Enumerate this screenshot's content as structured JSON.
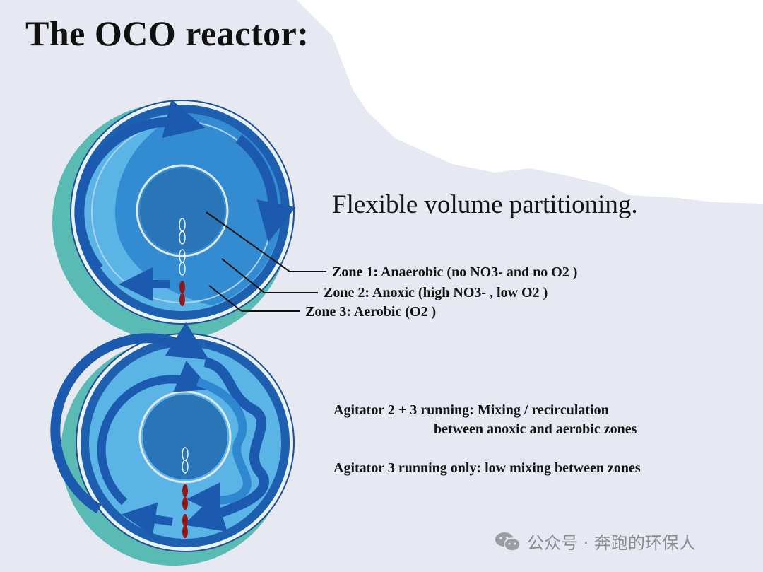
{
  "title": "The OCO reactor:",
  "subtitle": "Flexible volume partitioning.",
  "zones": [
    {
      "name": "Zone 1: Anaerobic",
      "detail": "(no NO3- and no O2 )"
    },
    {
      "name": "Zone 2: Anoxic",
      "detail": "(high NO3- , low O2 )"
    },
    {
      "name": "Zone 3: Aerobic",
      "detail": "(O2 )"
    }
  ],
  "agitator_note_1": "Agitator 2 + 3 running: Mixing / recirculation",
  "agitator_note_1b": "between anoxic and aerobic zones",
  "agitator_note_2": "Agitator 3 running only: low mixing between zones",
  "watermark": "公众号 · 奔跑的环保人",
  "colors": {
    "paper": "#e6e8f2",
    "outer_ring": "#1f5fb0",
    "aerobic": "#5ab4e6",
    "anoxic": "#2f87cf",
    "anaerobic": "#2a74b8",
    "arrow": "#1c5aaf",
    "agitator": "#8b1a1a",
    "shadow": "#3fb3a8"
  }
}
